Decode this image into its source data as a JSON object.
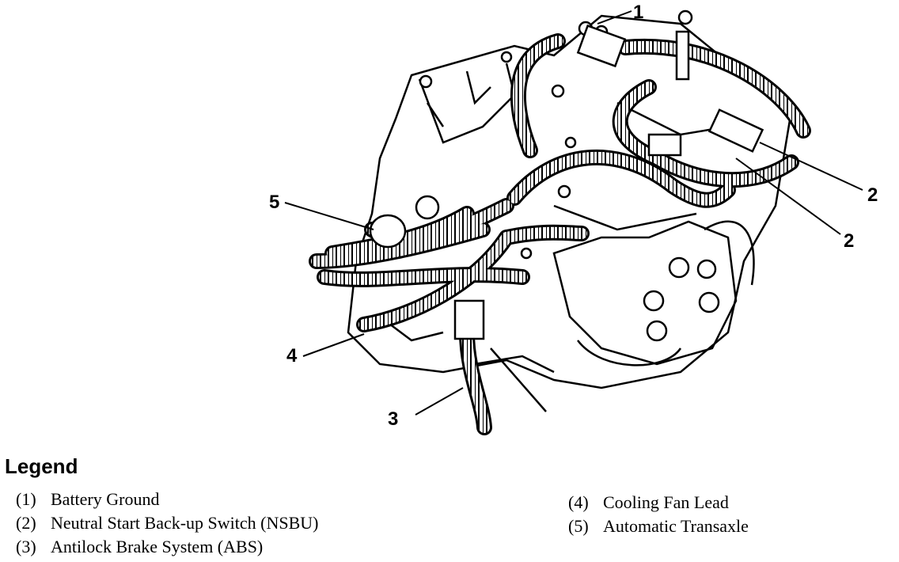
{
  "callouts": {
    "c1": "1",
    "c2a": "2",
    "c2b": "2",
    "c3": "3",
    "c4": "4",
    "c5": "5"
  },
  "legend": {
    "title": "Legend",
    "items": [
      {
        "num": "(1)",
        "label": "Battery Ground"
      },
      {
        "num": "(2)",
        "label": "Neutral Start Back-up Switch (NSBU)"
      },
      {
        "num": "(3)",
        "label": "Antilock Brake System (ABS)"
      },
      {
        "num": "(4)",
        "label": "Cooling Fan Lead"
      },
      {
        "num": "(5)",
        "label": "Automatic Transaxle"
      }
    ]
  }
}
